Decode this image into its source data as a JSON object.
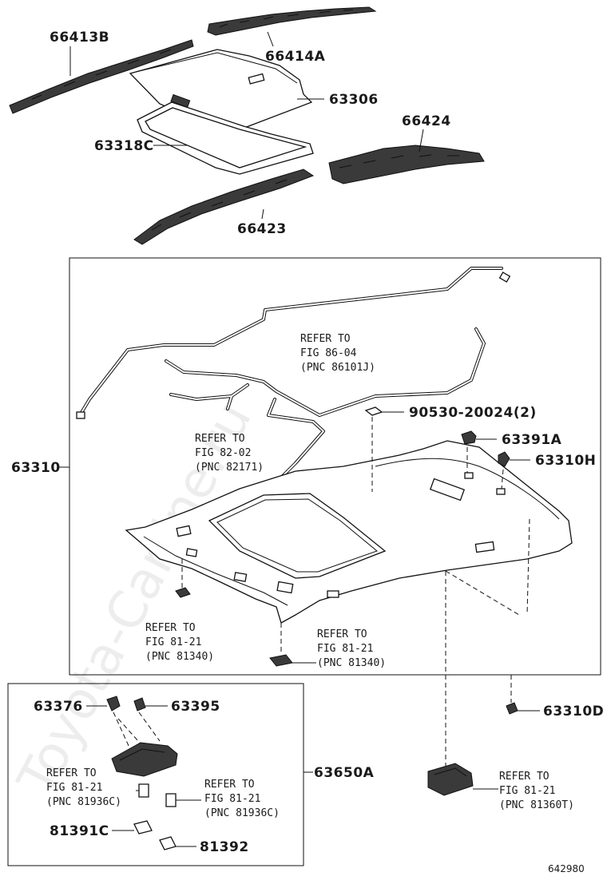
{
  "watermark": "Toyota-Carline.ru",
  "figure_id": "642980",
  "parts": {
    "p66413B": "66413B",
    "p66414A": "66414A",
    "p63306": "63306",
    "p63318C": "63318C",
    "p66424": "66424",
    "p66423": "66423",
    "p63310": "63310",
    "p90530": "90530-20024(2)",
    "p63391A": "63391A",
    "p63310H": "63310H",
    "p63310D": "63310D",
    "p63376": "63376",
    "p63395": "63395",
    "p63650A": "63650A",
    "p81391C": "81391C",
    "p81392": "81392"
  },
  "refs": {
    "r1": {
      "l1": "REFER TO",
      "l2": "FIG 86-04",
      "l3": "(PNC 86101J)"
    },
    "r2": {
      "l1": "REFER TO",
      "l2": "FIG 82-02",
      "l3": "(PNC 82171)"
    },
    "r3": {
      "l1": "REFER TO",
      "l2": "FIG 81-21",
      "l3": "(PNC 81340)"
    },
    "r4": {
      "l1": "REFER TO",
      "l2": "FIG 81-21",
      "l3": "(PNC 81340)"
    },
    "r5": {
      "l1": "REFER TO",
      "l2": "FIG 81-21",
      "l3": "(PNC 81936C)"
    },
    "r6": {
      "l1": "REFER TO",
      "l2": "FIG 81-21",
      "l3": "(PNC 81936C)"
    },
    "r7": {
      "l1": "REFER TO",
      "l2": "FIG 81-21",
      "l3": "(PNC 81360T)"
    }
  }
}
